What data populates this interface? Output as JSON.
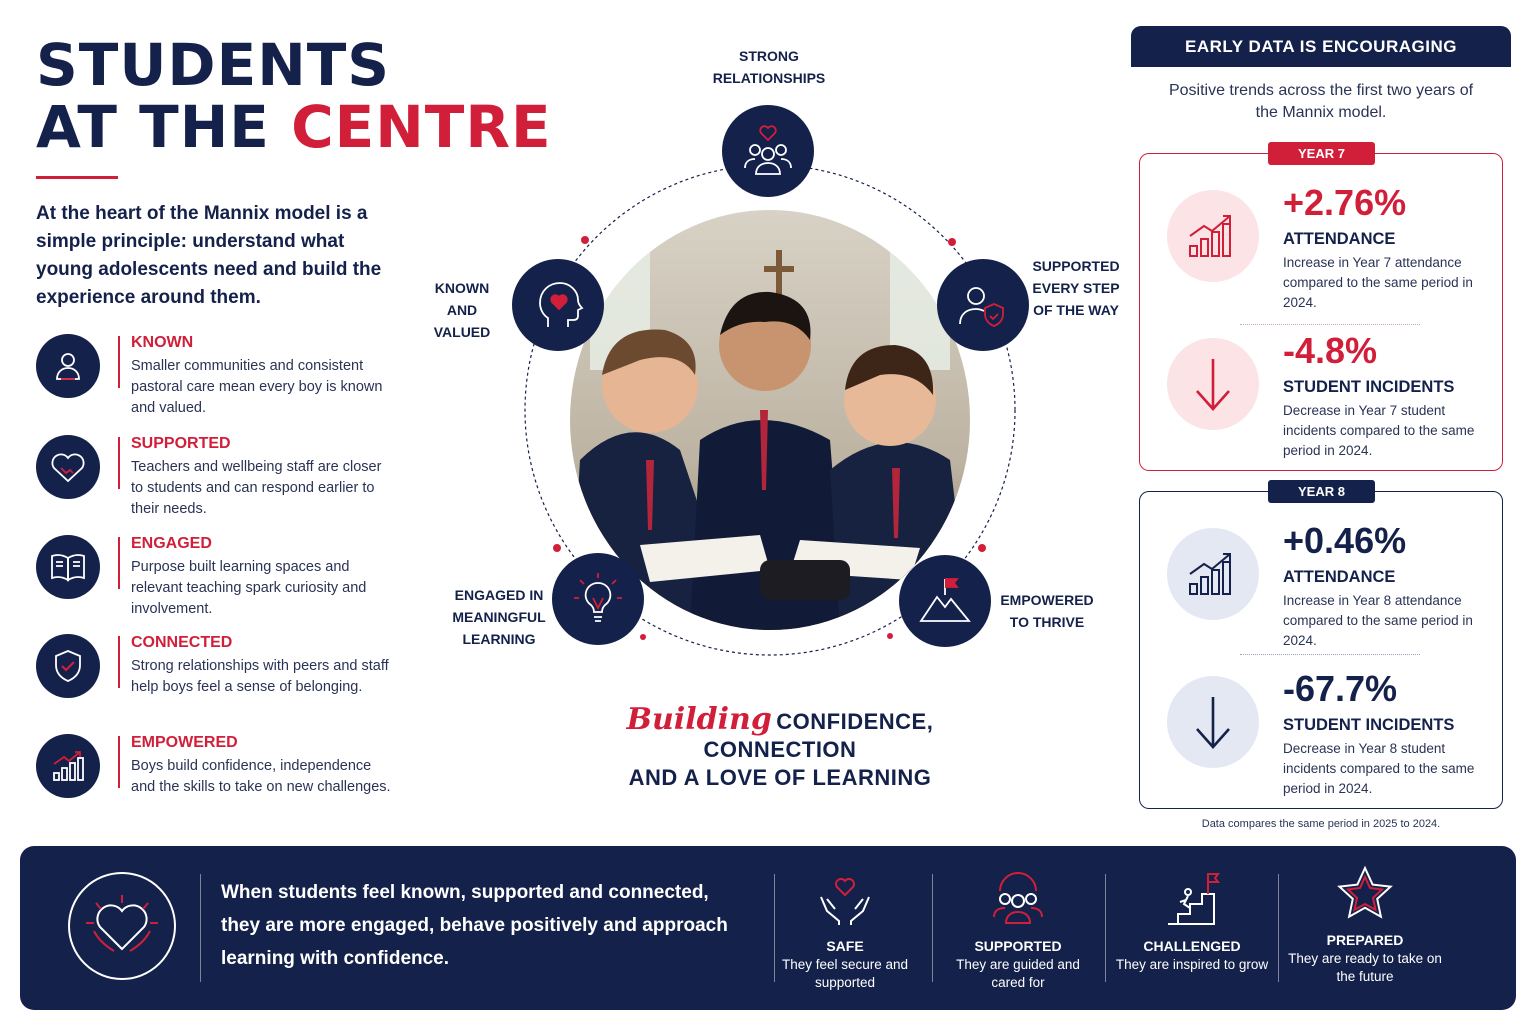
{
  "title": {
    "line1": "STUDENTS",
    "line2_prefix": "AT THE ",
    "line2_accent": "CENTRE"
  },
  "intro": "At the heart of the Mannix model is a simple principle: understand what young adolescents need and build the experience around them.",
  "pillars": [
    {
      "title": "KNOWN",
      "desc": "Smaller communities and consistent pastoral care mean every boy is known and valued.",
      "icon": "person-icon"
    },
    {
      "title": "SUPPORTED",
      "desc": "Teachers and wellbeing staff are closer to students and can respond earlier to their needs.",
      "icon": "heart-handshake-icon"
    },
    {
      "title": "ENGAGED",
      "desc": "Purpose built learning spaces and relevant teaching spark curiosity and involvement.",
      "icon": "open-book-icon"
    },
    {
      "title": "CONNECTED",
      "desc": "Strong relationships with peers and staff help boys feel a sense of belonging.",
      "icon": "shield-check-icon"
    },
    {
      "title": "EMPOWERED",
      "desc": "Boys build confidence, independence and the skills to take on new challenges.",
      "icon": "growth-chart-icon"
    }
  ],
  "cycle": {
    "top": {
      "line1": "STRONG",
      "line2": "RELATIONSHIPS"
    },
    "right": {
      "line1": "SUPPORTED",
      "line2": "EVERY STEP",
      "line3": "OF THE WAY"
    },
    "bottom_right": {
      "line1": "EMPOWERED",
      "line2": "TO THRIVE"
    },
    "bottom_left": {
      "line1": "ENGAGED IN",
      "line2": "MEANINGFUL",
      "line3": "LEARNING"
    },
    "left": {
      "line1": "KNOWN",
      "line2": "AND",
      "line3": "VALUED"
    }
  },
  "tagline": {
    "script": "Building",
    "line1": "CONFIDENCE, CONNECTION",
    "line2": "AND A LOVE OF LEARNING"
  },
  "panel": {
    "heading": "EARLY DATA IS ENCOURAGING",
    "subheading": "Positive trends across the first two years of the Mannix model.",
    "years": [
      {
        "tag": "YEAR 7",
        "color": "#d11f3a",
        "stats": [
          {
            "value": "+2.76%",
            "label": "ATTENDANCE",
            "desc": "Increase in Year 7 attendance compared to the same period in 2024.",
            "icon": "bar-chart-up-icon"
          },
          {
            "value": "-4.8%",
            "label": "STUDENT INCIDENTS",
            "desc": "Decrease in Year 7 student incidents compared to the same period in 2024.",
            "icon": "arrow-down-icon"
          }
        ]
      },
      {
        "tag": "YEAR 8",
        "color": "#14214a",
        "stats": [
          {
            "value": "+0.46%",
            "label": "ATTENDANCE",
            "desc": "Increase in Year 8 attendance compared to the same period in 2024.",
            "icon": "bar-chart-up-icon"
          },
          {
            "value": "-67.7%",
            "label": "STUDENT INCIDENTS",
            "desc": "Decrease in Year 8 student incidents compared to the same period in 2024.",
            "icon": "arrow-down-icon"
          }
        ]
      }
    ],
    "footnote": "Data compares the same period in 2025 to 2024."
  },
  "banner": {
    "message": "When students feel known, supported and connected, they are more engaged, behave positively and approach learning with confidence.",
    "items": [
      {
        "title": "SAFE",
        "desc": "They feel secure and supported",
        "icon": "hands-heart-icon"
      },
      {
        "title": "SUPPORTED",
        "desc": "They are guided and cared for",
        "icon": "group-icon"
      },
      {
        "title": "CHALLENGED",
        "desc": "They are inspired to grow",
        "icon": "climber-flag-icon"
      },
      {
        "title": "PREPARED",
        "desc": "They are ready to take on the future",
        "icon": "star-icon"
      }
    ]
  },
  "colors": {
    "navy": "#14214a",
    "red": "#d11f3a"
  }
}
